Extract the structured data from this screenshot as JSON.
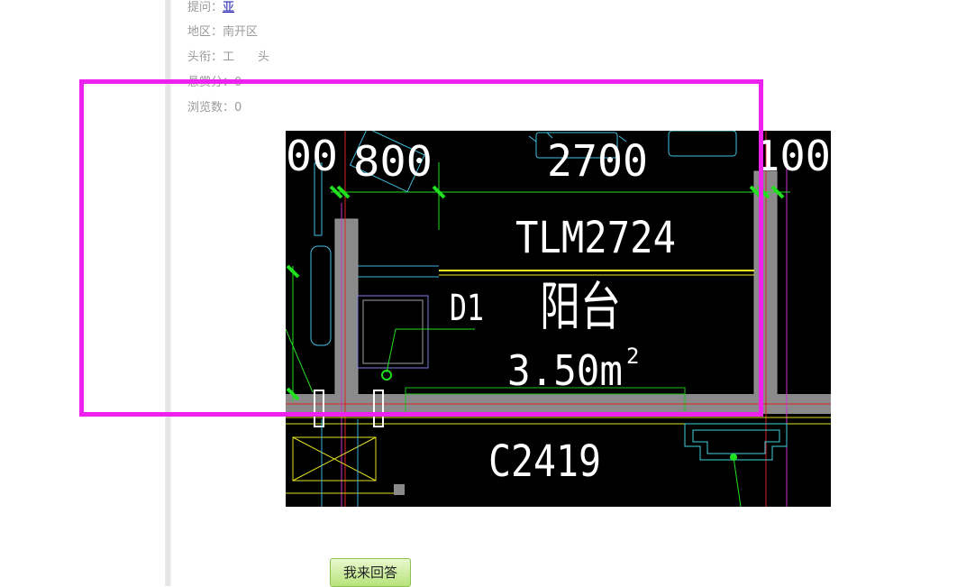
{
  "question_info": {
    "asker_label": "提问：",
    "asker_name": "亚",
    "region_label": "地区：",
    "region_value": "南开区",
    "title_label": "头衔：",
    "title_value": "工　　头",
    "points_label": "悬赏分：",
    "points_value": "0",
    "views_label": "浏览数：",
    "views_value": "0"
  },
  "drawing": {
    "dim_800": "800",
    "dim_2700": "2700",
    "dim_00_left": "00",
    "dim_100_right": "100",
    "door_code": "TLM2724",
    "label_d1": "D1",
    "room_name": "阳台",
    "area": "3.50m",
    "area_sup": "2",
    "window_code": "C2419"
  },
  "answer_button": {
    "label": "我来回答"
  },
  "colors": {
    "highlight": "#ee22ee",
    "button_green": "#b7e37a"
  }
}
